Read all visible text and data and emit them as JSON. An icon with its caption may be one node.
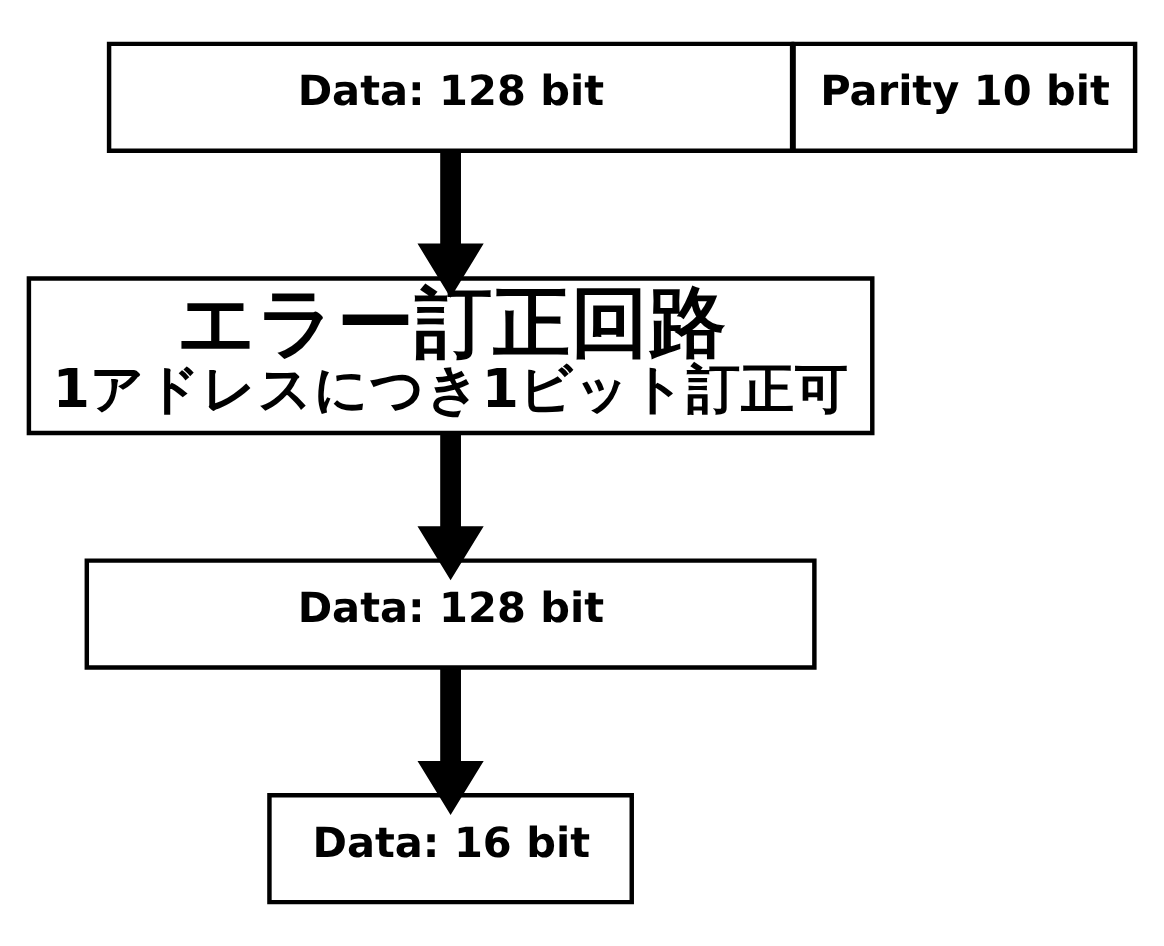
{
  "diagram": {
    "nodes": [
      {
        "text": [
          "Data: 128 bit"
        ]
      },
      {
        "text": [
          "Parity 10 bit"
        ]
      },
      {
        "text": [
          "エラー訂正回路",
          "1アドレスにつき1ビット訂正可"
        ]
      },
      {
        "text": [
          "Data: 128 bit"
        ]
      },
      {
        "text": [
          "Data: 16 bit"
        ]
      }
    ],
    "edges": [
      {
        "from": 0,
        "to": 2,
        "arrow": "to"
      },
      {
        "from": 2,
        "to": 3,
        "arrow": "to"
      },
      {
        "from": 3,
        "to": 4,
        "arrow": "to"
      }
    ]
  }
}
